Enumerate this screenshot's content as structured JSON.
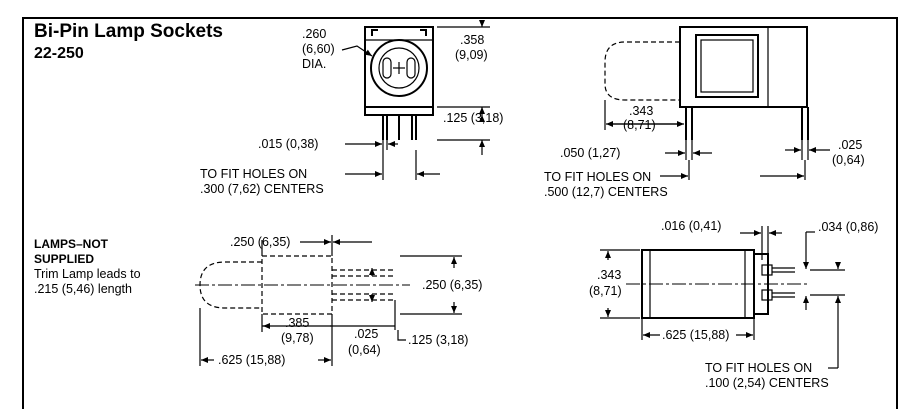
{
  "header": {
    "title": "Bi-Pin Lamp Sockets",
    "part_number": "22-250"
  },
  "note": {
    "heading_line1": "LAMPS–NOT",
    "heading_line2": "SUPPLIED",
    "text_line1": "Trim Lamp leads to",
    "text_line2": ".215 (5,46) length"
  },
  "front_view": {
    "dia_inch": ".260",
    "dia_mm": "(6,60)",
    "dia_suffix": "DIA.",
    "height_inch": ".358",
    "height_mm": "(9,09)",
    "pin_len": ".125 (3,18)",
    "pin_width": ".015 (0,38)",
    "holes_line1": "TO FIT HOLES ON",
    "holes_line2": ".300 (7,62) CENTERS"
  },
  "side_view": {
    "offset_inch": ".343",
    "offset_mm": "(8,71)",
    "pin_gap": ".050 (1,27)",
    "pin_dia_inch": ".025",
    "pin_dia_mm": "(0,64)",
    "holes_line1": "TO FIT HOLES ON",
    "holes_line2": ".500 (12,7) CENTERS"
  },
  "lamp_view": {
    "body_len": ".250 (6,35)",
    "body_dia": ".250 (6,35)",
    "base_len_inch": ".385",
    "base_len_mm": "(9,78)",
    "lead_dia_inch": ".025",
    "lead_dia_mm": "(0,64)",
    "lead_len": ".125 (3,18)",
    "total_len": ".625 (15,88)"
  },
  "top_view": {
    "wall": ".016 (0,41)",
    "pin_space": ".034 (0,86)",
    "height_inch": ".343",
    "height_mm": "(8,71)",
    "length": ".625 (15,88)",
    "holes_line1": "TO FIT HOLES ON",
    "holes_line2": ".100 (2,54) CENTERS"
  }
}
